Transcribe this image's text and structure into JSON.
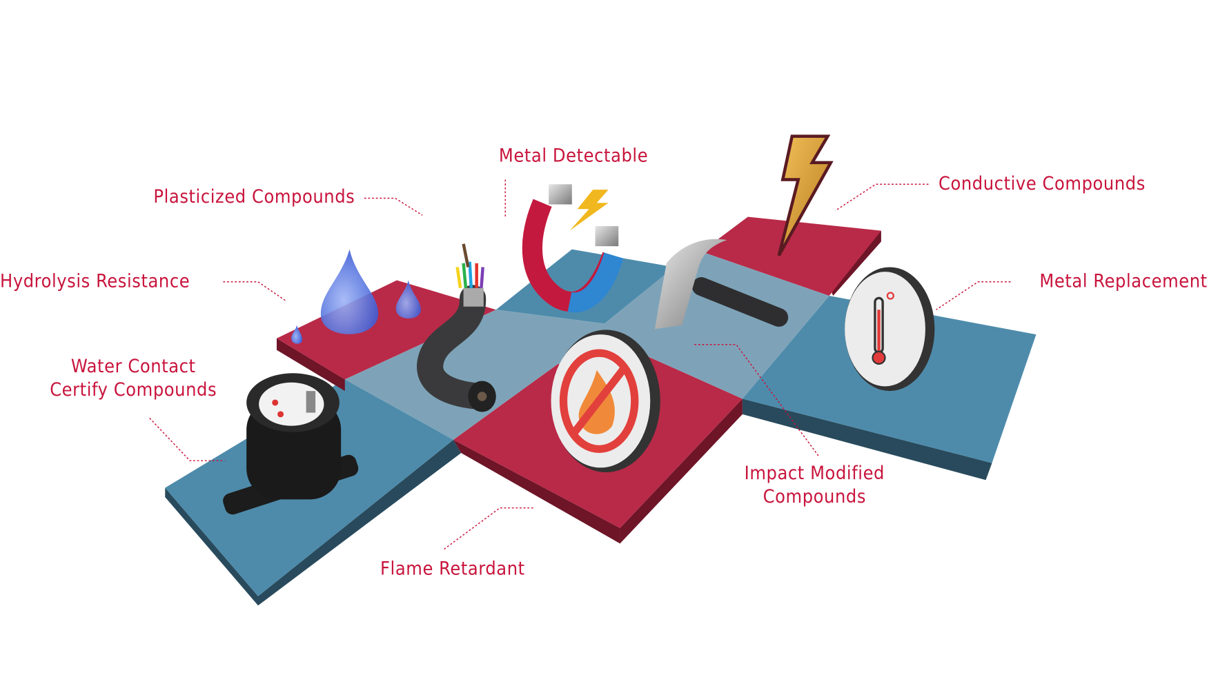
{
  "colors": {
    "label": "#c8143c",
    "blue_top": "#4e8bab",
    "blue_side": "#284a5c",
    "red_top": "#b92a48",
    "red_side": "#6e1528",
    "overlap": "#7ea3b8"
  },
  "labels": {
    "metal_detectable": "Metal Detectable",
    "plasticized": "Plasticized Compounds",
    "conductive": "Conductive Compounds",
    "hydrolysis": "Hydrolysis Resistance",
    "metal_replacement": "Metal Replacement",
    "water_contact_line1": "Water Contact",
    "water_contact_line2": "Certify Compounds",
    "impact_line1": "Impact Modified",
    "impact_line2": "Compounds",
    "flame": "Flame Retardant"
  },
  "icons": [
    "water-drops-icon",
    "cable-icon",
    "magnet-icon",
    "lightning-bolt-icon",
    "hammer-icon",
    "thermometer-sign-icon",
    "no-fire-sign-icon",
    "water-meter-icon"
  ]
}
